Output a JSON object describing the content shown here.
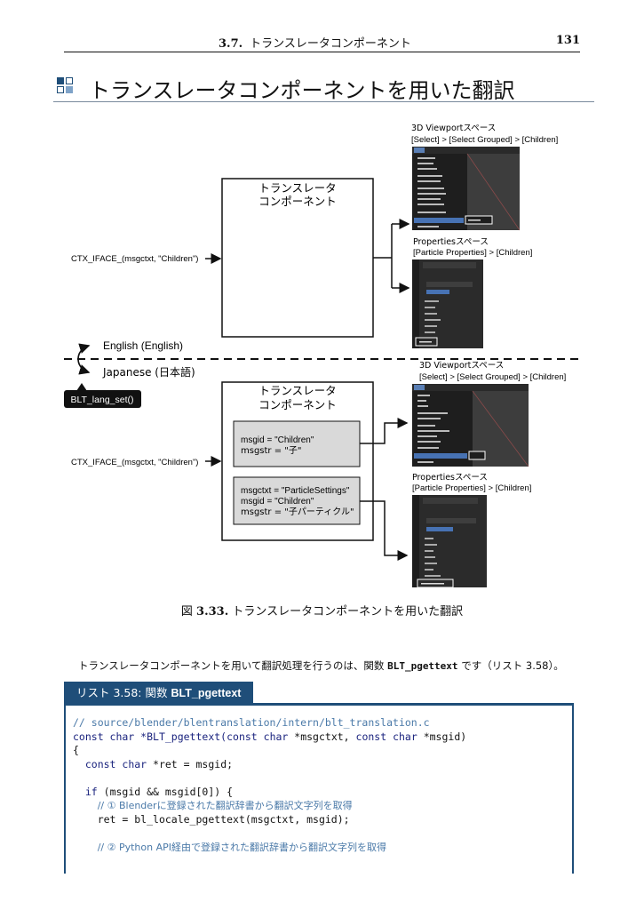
{
  "header": {
    "section_number": "3.7.",
    "section_title": "トランスレータコンポーネント",
    "page_number": "131"
  },
  "section": {
    "title": "トランスレータコンポーネントを用いた翻訳",
    "icon": "four-square-section-icon"
  },
  "diagram": {
    "top": {
      "component_label_1": "トランスレータ",
      "component_label_2": "コンポーネント",
      "input_label": "CTX_IFACE_(msgctxt, \"Children\")",
      "viewport_title": "3D Viewportスペース",
      "viewport_path": "[Select] > [Select Grouped] > [Children]",
      "properties_title": "Propertiesスペース",
      "properties_path": "[Particle Properties] > [Children]"
    },
    "lang": {
      "english": "English (English)",
      "japanese": "Japanese (日本語)",
      "func": "BLT_lang_set()"
    },
    "bottom": {
      "component_label_1": "トランスレータ",
      "component_label_2": "コンポーネント",
      "input_label": "CTX_IFACE_(msgctxt, \"Children\")",
      "entry1_line1": "msgid = \"Children\"",
      "entry1_line2": "msgstr = \"子\"",
      "entry2_line1": "msgctxt = \"ParticleSettings\"",
      "entry2_line2": "msgid = \"Children\"",
      "entry2_line3": "msgstr = \"子パーティクル\"",
      "viewport_title": "3D Viewportスペース",
      "viewport_path": "[Select] > [Select Grouped] > [Children]",
      "properties_title": "Propertiesスペース",
      "properties_path": "[Particle Properties] > [Children]"
    }
  },
  "caption": {
    "prefix": "図",
    "number": "3.33.",
    "text": "トランスレータコンポーネントを用いた翻訳"
  },
  "body": {
    "text_before": "トランスレータコンポーネントを用いて翻訳処理を行うのは、関数",
    "func": "BLT_pgettext",
    "text_after": "です（リスト 3.58）。"
  },
  "listing": {
    "label": "リスト 3.58:",
    "title_prefix": "関数",
    "title_func": "BLT_pgettext",
    "lines": {
      "l1": "// source/blender/blentranslation/intern/blt_translation.c",
      "l2_kw1": "const char",
      "l2_mid": " *BLT_pgettext(",
      "l2_kw2": "const char",
      "l2_mid2": " *msgctxt, ",
      "l2_kw3": "const char",
      "l2_end": " *msgid)",
      "l3": "{",
      "l4_kw": "const char",
      "l4_rest": " *ret = msgid;",
      "l6_kw": "if",
      "l6_rest": " (msgid && msgid[0]) {",
      "l7_cm": "// ① Blenderに登録された翻訳辞書から翻訳文字列を取得",
      "l8": "ret = bl_locale_pgettext(msgctxt, msgid);",
      "l10_cm": "// ② Python API経由で登録された翻訳辞書から翻訳文字列を取得"
    }
  },
  "colors": {
    "accent": "#1f4e79",
    "rule": "#7a8a9c",
    "code_comment": "#4a79a8",
    "code_keyword": "#1a237e"
  }
}
